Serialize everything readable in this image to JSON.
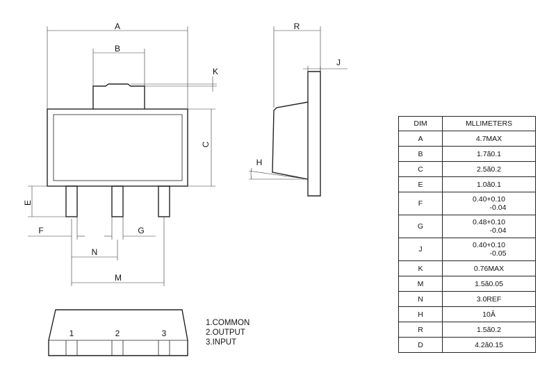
{
  "top_view": {
    "labels": {
      "A": "A",
      "B": "B",
      "C": "C",
      "E": "E",
      "F": "F",
      "G": "G",
      "K": "K",
      "M": "M",
      "N": "N"
    }
  },
  "side_view": {
    "labels": {
      "R": "R",
      "J": "J",
      "H": "H"
    }
  },
  "front_view": {
    "pin_numbers": [
      "1",
      "2",
      "3"
    ]
  },
  "pin_list": [
    "1.COMMON",
    "2.OUTPUT",
    "3.INPUT"
  ],
  "table": {
    "headers": [
      "DIM",
      "MLLIMETERS"
    ],
    "rows": [
      {
        "dim": "A",
        "value": "4.7MAX"
      },
      {
        "dim": "B",
        "value": "1.7ã0.1"
      },
      {
        "dim": "C",
        "value": "2.5ã0.2"
      },
      {
        "dim": "E",
        "value": "1.0ã0.1"
      },
      {
        "dim": "F",
        "value": "0.40+0.10",
        "value2": "-0.04"
      },
      {
        "dim": "G",
        "value": "0.48+0.10",
        "value2": "-0.04"
      },
      {
        "dim": "J",
        "value": "0.40+0.10",
        "value2": "-0.05"
      },
      {
        "dim": "K",
        "value": "0.76MAX"
      },
      {
        "dim": "M",
        "value": "1.5ã0.05"
      },
      {
        "dim": "N",
        "value": "3.0REF"
      },
      {
        "dim": "H",
        "value": "10Â"
      },
      {
        "dim": "R",
        "value": "1.5ã0.2"
      },
      {
        "dim": "D",
        "value": "4.2ã0.15"
      }
    ]
  }
}
